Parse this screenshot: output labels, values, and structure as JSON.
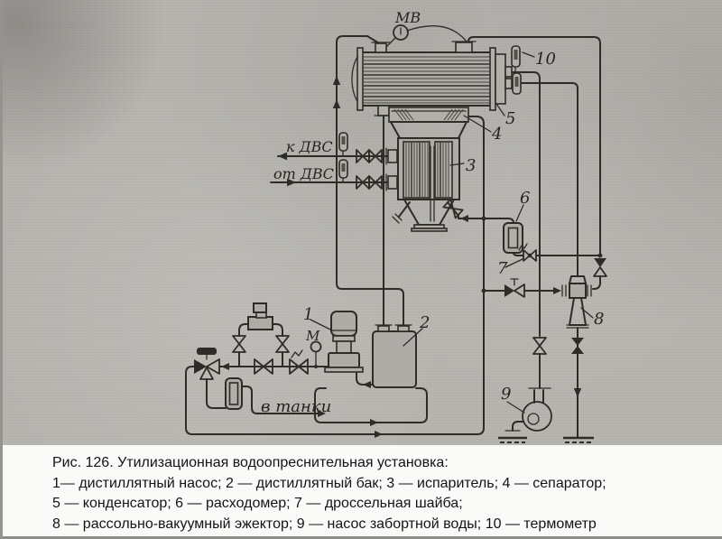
{
  "caption": {
    "line1": "Рис. 126. Утилизационная водоопреснительная установка:",
    "line2": "1— дистиллятный насос; 2 — дистиллятный бак; 3 — испаритель; 4 — сепаратор;",
    "line3": "5 — конденсатор; 6 — расходомер; 7 — дроссельная шайба;",
    "line4": "8 — рассольно-вакуумный эжектор; 9 — насос забортной воды; 10 — термометр"
  },
  "diagram": {
    "gauge_label": "МВ",
    "motor_label": "М",
    "to_engine_label": "к ДВС",
    "from_engine_label": "от ДВС",
    "to_tanks_label": "в танки",
    "part_labels": {
      "p1": "1",
      "p2": "2",
      "p3": "3",
      "p4": "4",
      "p5": "5",
      "p6": "6",
      "p7": "7",
      "p8": "8",
      "p9": "9",
      "p10": "10"
    },
    "colors": {
      "ink": "#2e2c27",
      "paper": "#b6b4ae",
      "caption_bg": "#fafaf8"
    }
  }
}
